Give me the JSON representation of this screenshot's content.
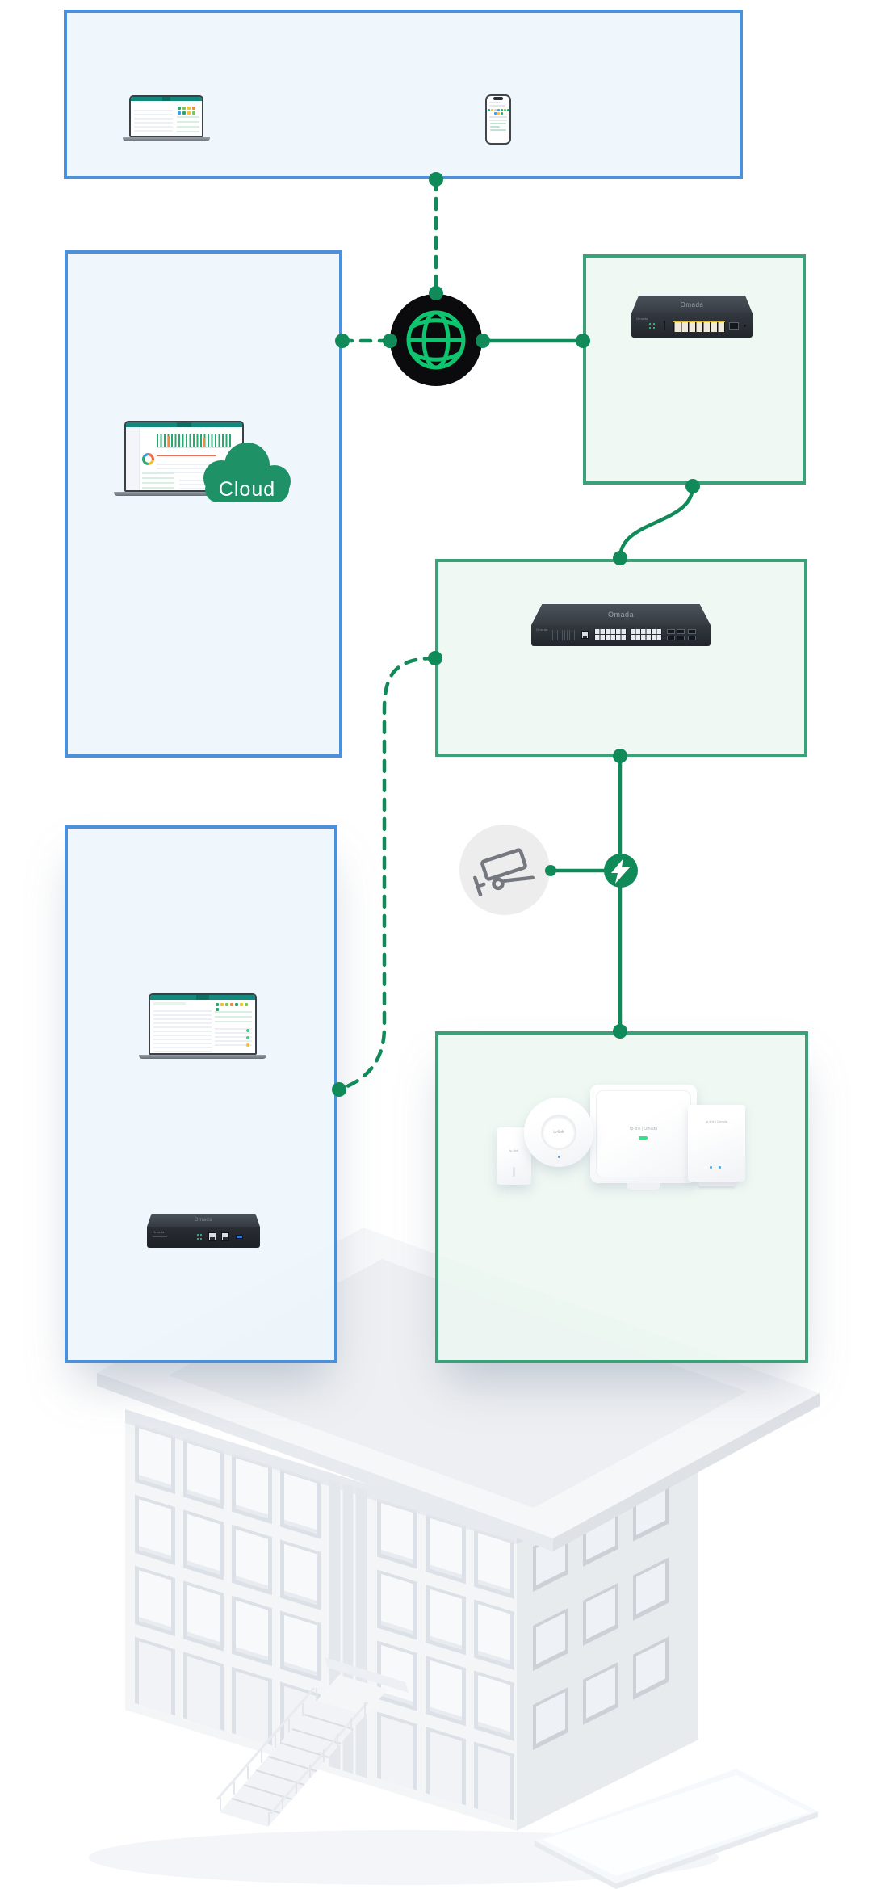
{
  "canvas": {
    "background": "#ffffff"
  },
  "palette": {
    "box_blue_border": "#4b90d9",
    "box_blue_fill": "#edf4fb",
    "box_green_border": "#3ba178",
    "box_green_fill": "#edf6f1",
    "connector_green": "#108a58",
    "globe_green": "#0fc46e",
    "cloud_green": "#1e9266",
    "dashboard_teal": "#12897c"
  },
  "labels": {
    "cloud": "Cloud"
  },
  "devices": {
    "router": {
      "brand": "Omada"
    },
    "switch": {
      "brand": "Omada"
    },
    "controller": {
      "brand": "Omada"
    },
    "ceiling_ap": {
      "brand": "tp-link"
    },
    "wall_ap": {
      "brand": "tp-link"
    },
    "panel_ap": {
      "brand": "tp-link | Omada"
    },
    "desktop_ap": {
      "brand": "tp-link | Omada"
    }
  },
  "icons": {
    "internet": "globe-icon",
    "camera": "cctv-camera-icon",
    "poe": "lightning-bolt-icon",
    "cloud": "cloud-icon"
  }
}
